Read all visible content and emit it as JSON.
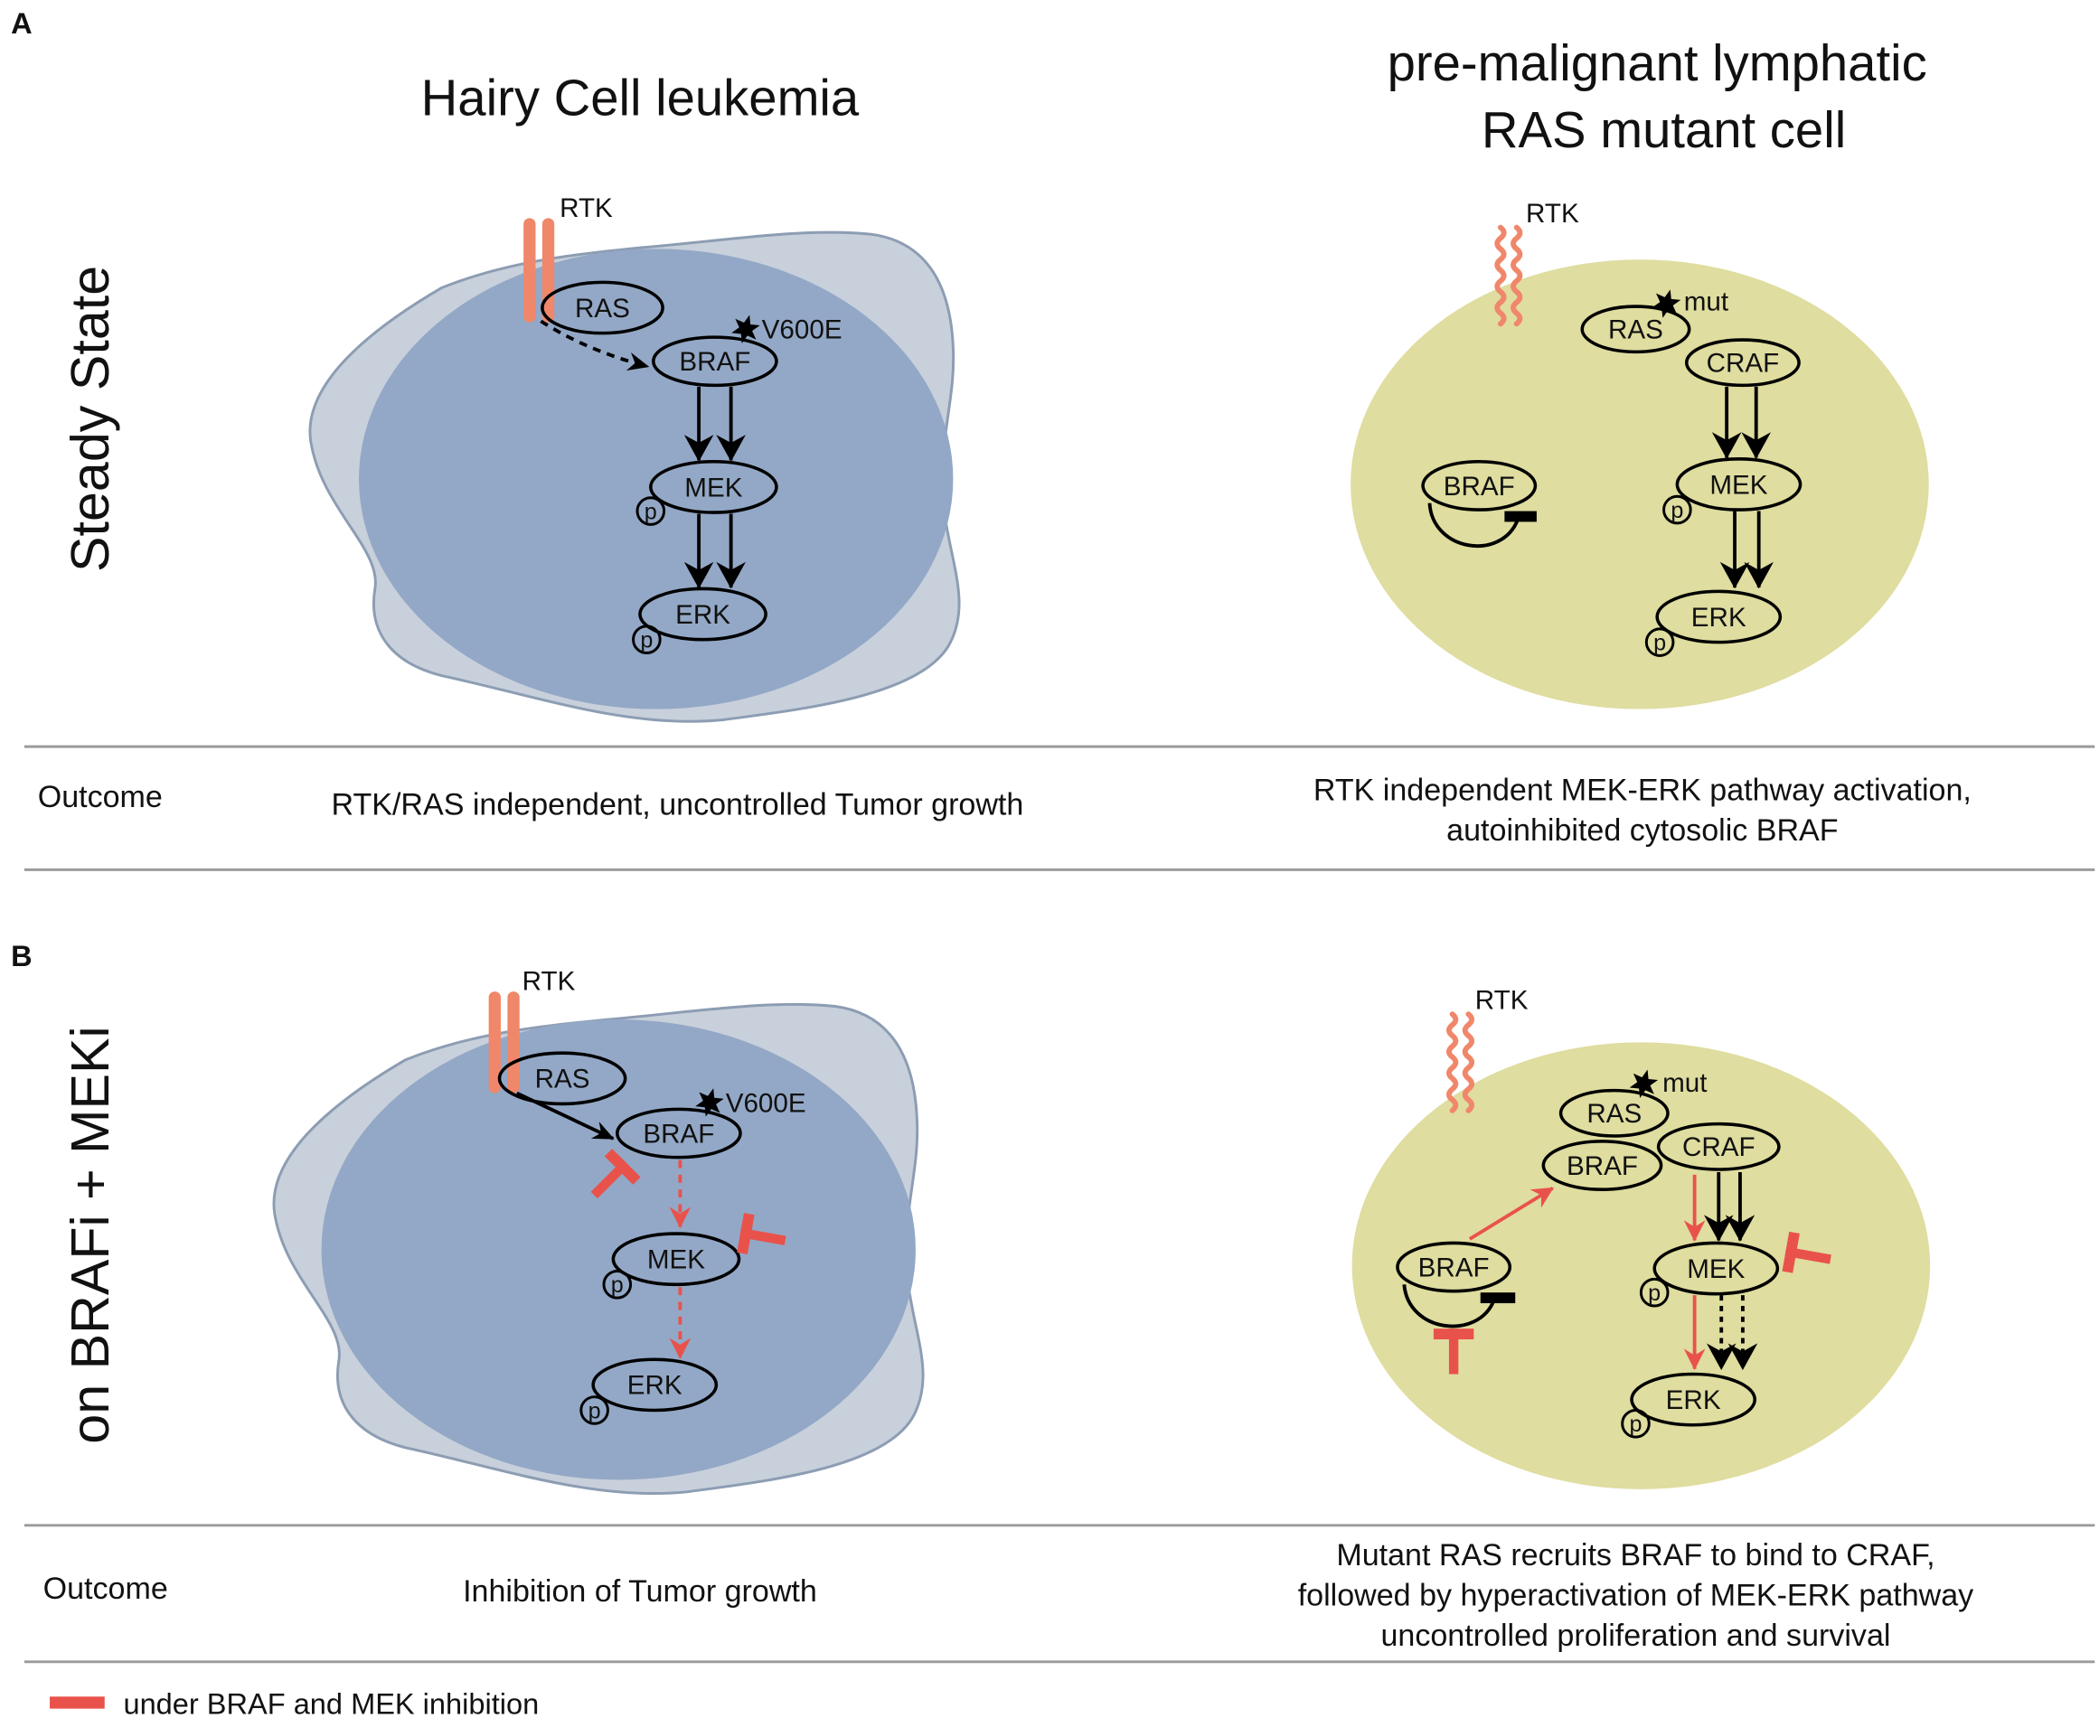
{
  "colors": {
    "hcl_cell_outer": "#c8d0db",
    "hcl_cell_outline": "#8c9db3",
    "hcl_cell_inner": "#93a8c6",
    "ras_mutant_cell": "#dfdd9f",
    "receptor": "#f0876a",
    "inhibition": "#e9524b",
    "divider": "#9b9b9b"
  },
  "panel_a": {
    "letter": "A",
    "condition": "Steady State",
    "hcl": {
      "title": "Hairy Cell leukemia",
      "rtk": "RTK",
      "ras": "RAS",
      "braf": "BRAF",
      "mutation": "V600E",
      "mek": "MEK",
      "erk": "ERK",
      "phospho": "p"
    },
    "ras_mutant": {
      "title": [
        "pre-malignant lymphatic",
        "RAS mutant cell"
      ],
      "rtk": "RTK",
      "ras": "RAS",
      "mutation": "mut",
      "craf": "CRAF",
      "braf": "BRAF",
      "mek": "MEK",
      "erk": "ERK",
      "phospho": "p"
    },
    "outcome": {
      "label": "Outcome",
      "hcl": "RTK/RAS independent, uncontrolled Tumor growth",
      "ras_mutant": [
        "RTK independent MEK-ERK pathway activation,",
        "autoinhibited cytosolic BRAF"
      ]
    }
  },
  "panel_b": {
    "letter": "B",
    "condition": "on BRAFi + MEKi",
    "hcl": {
      "rtk": "RTK",
      "ras": "RAS",
      "braf": "BRAF",
      "mutation": "V600E",
      "mek": "MEK",
      "erk": "ERK",
      "phospho": "p"
    },
    "ras_mutant": {
      "rtk": "RTK",
      "ras": "RAS",
      "mutation": "mut",
      "craf": "CRAF",
      "braf_bound": "BRAF",
      "braf_cytosolic": "BRAF",
      "mek": "MEK",
      "erk": "ERK",
      "phospho": "p"
    },
    "outcome": {
      "label": "Outcome",
      "hcl": "Inhibition of Tumor growth",
      "ras_mutant": [
        "Mutant RAS recruits BRAF to bind to CRAF,",
        "followed by hyperactivation of MEK-ERK pathway",
        "uncontrolled proliferation and survival"
      ]
    }
  },
  "legend": {
    "label": "under BRAF and MEK inhibition"
  }
}
